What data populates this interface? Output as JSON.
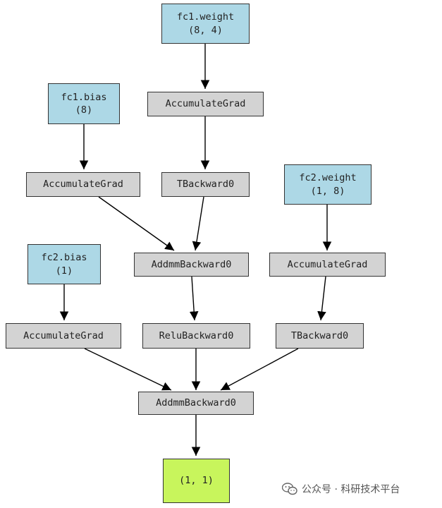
{
  "nodes": {
    "fc1_weight": {
      "name": "fc1.weight",
      "shape": "(8, 4)"
    },
    "fc1_bias": {
      "name": "fc1.bias",
      "shape": "(8)"
    },
    "fc2_weight": {
      "name": "fc2.weight",
      "shape": "(1, 8)"
    },
    "fc2_bias": {
      "name": "fc2.bias",
      "shape": "(1)"
    },
    "acc_fc1_weight": {
      "label": "AccumulateGrad"
    },
    "acc_fc1_bias": {
      "label": "AccumulateGrad"
    },
    "acc_fc2_weight": {
      "label": "AccumulateGrad"
    },
    "acc_fc2_bias": {
      "label": "AccumulateGrad"
    },
    "tbackward_1": {
      "label": "TBackward0"
    },
    "tbackward_2": {
      "label": "TBackward0"
    },
    "addmm_1": {
      "label": "AddmmBackward0"
    },
    "relu": {
      "label": "ReluBackward0"
    },
    "addmm_2": {
      "label": "AddmmBackward0"
    },
    "output": {
      "shape": "(1, 1)"
    }
  },
  "colors": {
    "operation": "#d3d3d3",
    "parameter": "#add8e6",
    "output": "#c8f55c",
    "edge": "#000000"
  },
  "watermark": {
    "text": "公众号 · 科研技术平台",
    "icon": "wechat-icon"
  }
}
